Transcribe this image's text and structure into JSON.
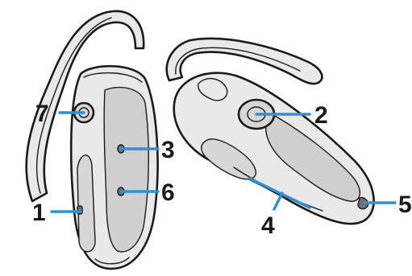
{
  "diagram": {
    "callouts": [
      {
        "id": "c1",
        "label": "1"
      },
      {
        "id": "c2",
        "label": "2"
      },
      {
        "id": "c3",
        "label": "3"
      },
      {
        "id": "c4",
        "label": "4"
      },
      {
        "id": "c5",
        "label": "5"
      },
      {
        "id": "c6",
        "label": "6"
      },
      {
        "id": "c7",
        "label": "7"
      }
    ],
    "colors": {
      "leader_line": "#2f8fd8",
      "outline": "#1a1a1a",
      "body": "#e9e9e9",
      "background": "#ffffff"
    }
  }
}
